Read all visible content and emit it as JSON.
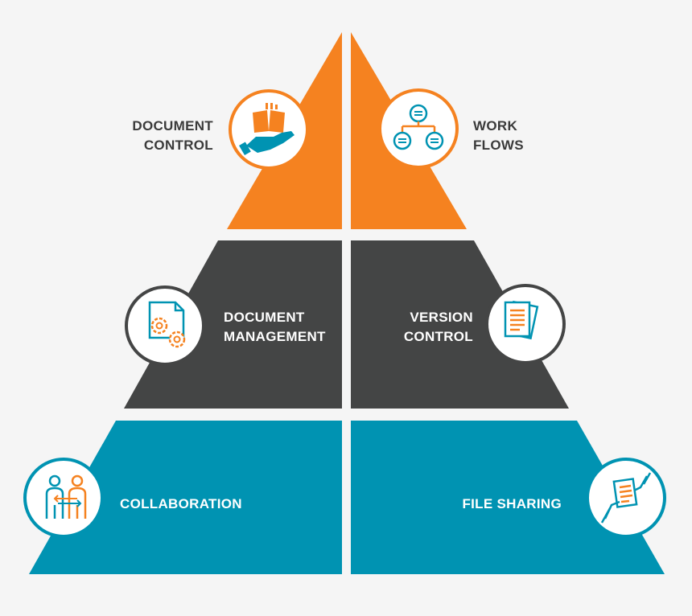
{
  "colors": {
    "top": "#f58220",
    "middle": "#444545",
    "bottom": "#0093b2",
    "icon_orange": "#f58220",
    "icon_teal": "#0093b2",
    "background": "#f5f5f5"
  },
  "tiers": {
    "top": {
      "left": {
        "line1": "DOCUMENT",
        "line2": "CONTROL",
        "icon": "book-in-hand-icon"
      },
      "right": {
        "line1": "WORK",
        "line2": "FLOWS",
        "icon": "workflow-hierarchy-icon"
      }
    },
    "middle": {
      "left": {
        "line1": "DOCUMENT",
        "line2": "MANAGEMENT",
        "icon": "document-gears-icon"
      },
      "right": {
        "line1": "VERSION",
        "line2": "CONTROL",
        "icon": "stacked-documents-icon"
      }
    },
    "bottom": {
      "left": {
        "label": "COLLABORATION",
        "icon": "two-people-exchange-icon"
      },
      "right": {
        "label": "FILE SHARING",
        "icon": "hands-passing-document-icon"
      }
    }
  }
}
